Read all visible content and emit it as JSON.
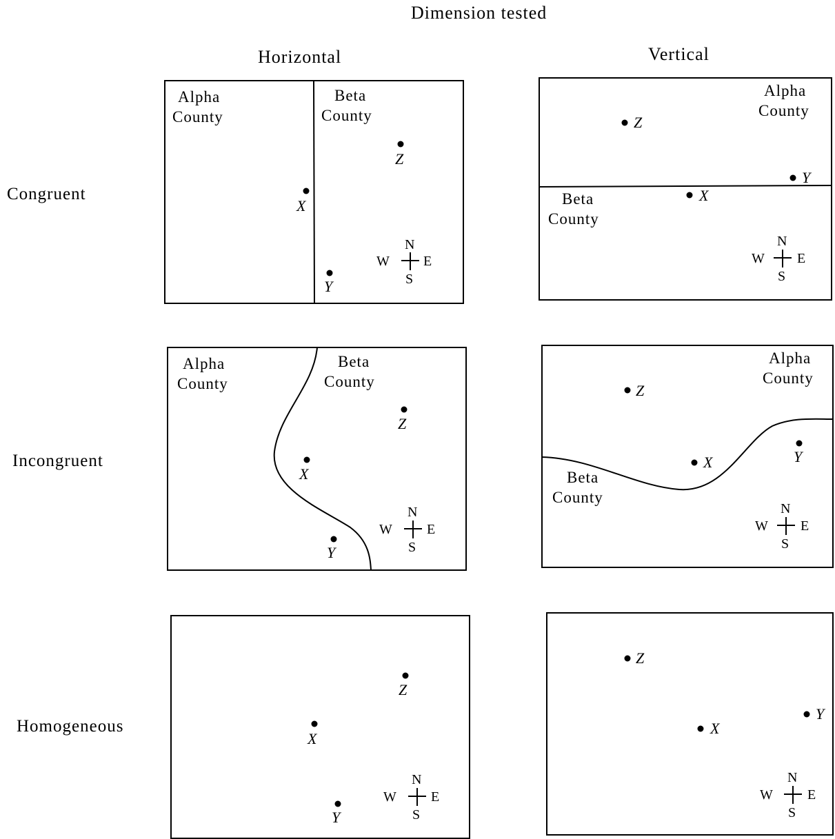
{
  "header": "Dimension tested",
  "columns": [
    "Horizontal",
    "Vertical"
  ],
  "rows": [
    "Congruent",
    "Incongruent",
    "Homogeneous"
  ],
  "counties": {
    "alpha": [
      "Alpha",
      "County"
    ],
    "beta": [
      "Beta",
      "County"
    ]
  },
  "points": [
    "X",
    "Y",
    "Z"
  ],
  "compass": {
    "n": "N",
    "s": "S",
    "e": "E",
    "w": "W"
  }
}
